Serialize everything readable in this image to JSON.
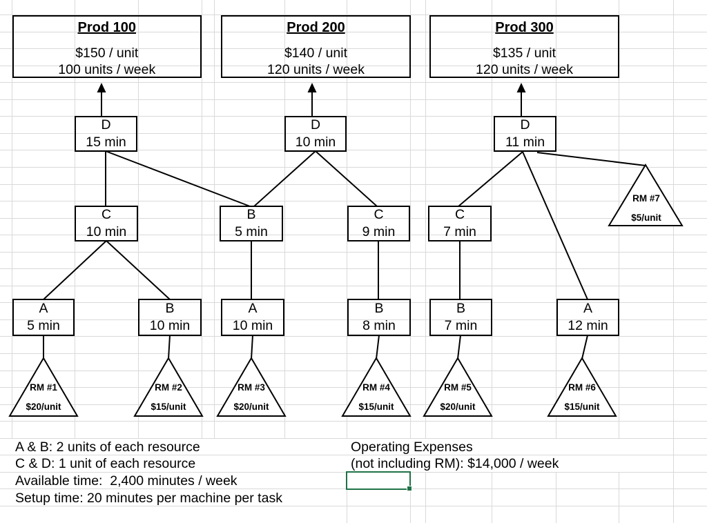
{
  "products": [
    {
      "title": "Prod 100",
      "price": "$150 / unit",
      "rate": "100 units / week"
    },
    {
      "title": "Prod 200",
      "price": "$140 / unit",
      "rate": "120 units / week"
    },
    {
      "title": "Prod 300",
      "price": "$135 / unit",
      "rate": "120 units / week"
    }
  ],
  "machines": [
    {
      "letter": "D",
      "time": "15 min"
    },
    {
      "letter": "C",
      "time": "10 min"
    },
    {
      "letter": "A",
      "time": "5 min"
    },
    {
      "letter": "B",
      "time": "10 min"
    },
    {
      "letter": "D",
      "time": "10 min"
    },
    {
      "letter": "B",
      "time": "5 min"
    },
    {
      "letter": "C",
      "time": "9 min"
    },
    {
      "letter": "A",
      "time": "10 min"
    },
    {
      "letter": "B",
      "time": "8 min"
    },
    {
      "letter": "D",
      "time": "11 min"
    },
    {
      "letter": "C",
      "time": "7 min"
    },
    {
      "letter": "B",
      "time": "7 min"
    },
    {
      "letter": "A",
      "time": "12 min"
    }
  ],
  "raw_materials": [
    {
      "name": "RM #1",
      "cost": "$20/unit"
    },
    {
      "name": "RM #2",
      "cost": "$15/unit"
    },
    {
      "name": "RM #3",
      "cost": "$20/unit"
    },
    {
      "name": "RM #4",
      "cost": "$15/unit"
    },
    {
      "name": "RM #5",
      "cost": "$20/unit"
    },
    {
      "name": "RM #6",
      "cost": "$15/unit"
    },
    {
      "name": "RM #7",
      "cost": "$5/unit"
    }
  ],
  "notes_left": {
    "line1": "A & B: 2 units of each resource",
    "line2": "C & D: 1 unit of each resource",
    "line3": "Available time:  2,400 minutes / week",
    "line4": "Setup time: 20 minutes per machine per task"
  },
  "notes_right": {
    "line1": "Operating Expenses",
    "line2": "(not including RM): $14,000 / week"
  },
  "colors": {
    "selection": "#1f7145",
    "gridline": "#d9d9d9",
    "ink": "#000000"
  }
}
